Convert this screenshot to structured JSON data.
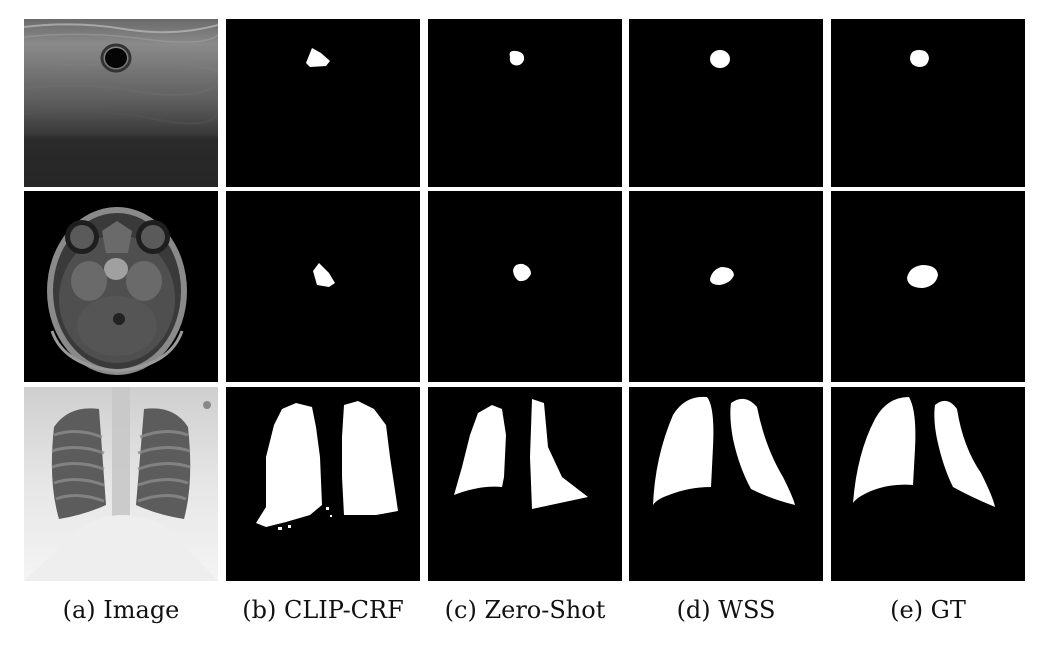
{
  "figure": {
    "captions": {
      "image": "(a) Image",
      "clip_crf": "(b) CLIP-CRF",
      "zero_shot": "(c) Zero-Shot",
      "wss": "(d) WSS",
      "gt": "(e) GT"
    },
    "rows": [
      "breast-ultrasound",
      "brain-mri",
      "chest-xray"
    ],
    "columns": [
      "image",
      "clip_crf",
      "zero_shot",
      "wss",
      "gt"
    ]
  }
}
